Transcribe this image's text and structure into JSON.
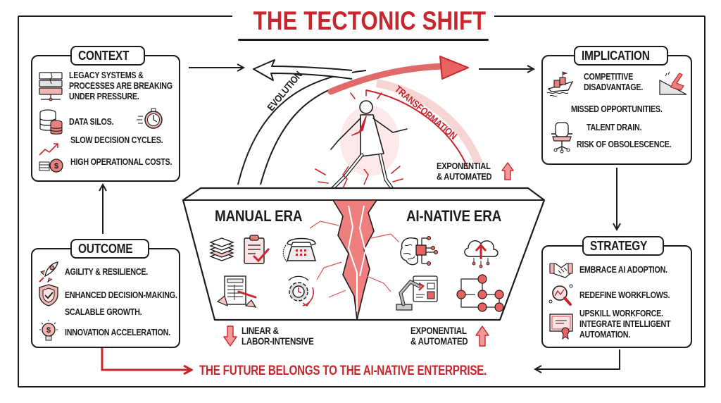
{
  "title": "THE TECTONIC SHIFT",
  "colors": {
    "accent_red": "#c8262d",
    "soft_red": "#f3a8a8",
    "ink": "#1c1c1c",
    "background": "#ffffff"
  },
  "panels": {
    "context": {
      "label": "CONTEXT",
      "items": [
        {
          "text": [
            "LEGACY SYSTEMS &",
            "PROCESSES ARE BREAKING",
            "UNDER PRESSURE."
          ],
          "icon": "server-rack-broken-icon"
        },
        {
          "text": [
            "DATA SILOS."
          ],
          "icon": "database-stack-icon",
          "side_icon": "stopwatch-icon"
        },
        {
          "text": [
            "SLOW DECISION CYCLES."
          ],
          "icon": ""
        },
        {
          "text": [
            "HIGH OPERATIONAL COSTS."
          ],
          "icon": "rising-cost-coins-icon"
        }
      ]
    },
    "implication": {
      "label": "IMPLICATION",
      "items": [
        {
          "text": [
            "COMPETITIVE",
            "DISADVANTAGE."
          ],
          "icon": "sinking-ship-icon",
          "side_icon": "falling-chair-slope-icon"
        },
        {
          "text": [
            "MISSED OPPORTUNITIES."
          ],
          "icon": ""
        },
        {
          "text": [
            "TALENT DRAIN."
          ],
          "icon": "empty-office-chair-icon"
        },
        {
          "text": [
            "RISK OF OBSOLESCENCE."
          ],
          "icon": ""
        }
      ]
    },
    "outcome": {
      "label": "OUTCOME",
      "items": [
        {
          "text": [
            "AGILITY & RESILIENCE."
          ],
          "icon": "rocket-icon"
        },
        {
          "text": [
            "ENHANCED DECISION-MAKING."
          ],
          "icon": "shield-check-icon"
        },
        {
          "text": [
            "SCALABLE GROWTH."
          ],
          "icon": ""
        },
        {
          "text": [
            "INNOVATION ACCELERATION."
          ],
          "icon": "lightbulb-dollar-icon"
        }
      ]
    },
    "strategy": {
      "label": "STRATEGY",
      "items": [
        {
          "text": [
            "EMBRACE AI ADOPTION."
          ],
          "icon": "handshake-icon"
        },
        {
          "text": [
            "REDEFINE WORKFLOWS."
          ],
          "icon": "magnifier-chart-icon"
        },
        {
          "text": [
            "UPSKILL WORKFORCE.",
            "INTEGRATE INTELLIGENT",
            "AUTOMATION."
          ],
          "icon": "certificate-icon"
        }
      ]
    }
  },
  "center": {
    "arc_left_label": "EVOLUTION",
    "arc_right_label": "TRANSFORMATION",
    "top_note": [
      "EXPONENTIAL",
      "& AUTOMATED"
    ],
    "manual_era": {
      "title": "MANUAL ERA",
      "icons": [
        "paper-stack-icon",
        "clipboard-check-icon",
        "rotary-phone-icon",
        "handwritten-form-icon",
        "gear-cycle-icon"
      ],
      "note": [
        "LINEAR &",
        "LABOR-INTENSIVE"
      ],
      "note_arrow": "down"
    },
    "ai_native_era": {
      "title": "AI-NATIVE ERA",
      "icons": [
        "ai-brain-chip-icon",
        "cloud-upload-icon",
        "robot-arm-dashboard-icon",
        "workflow-nodes-icon"
      ],
      "note": [
        "EXPONENTIAL",
        "& AUTOMATED"
      ],
      "note_arrow": "up"
    },
    "figure": "businessman-leaping-crack"
  },
  "tagline": "THE FUTURE BELONGS TO THE AI-NATIVE ENTERPRISE."
}
